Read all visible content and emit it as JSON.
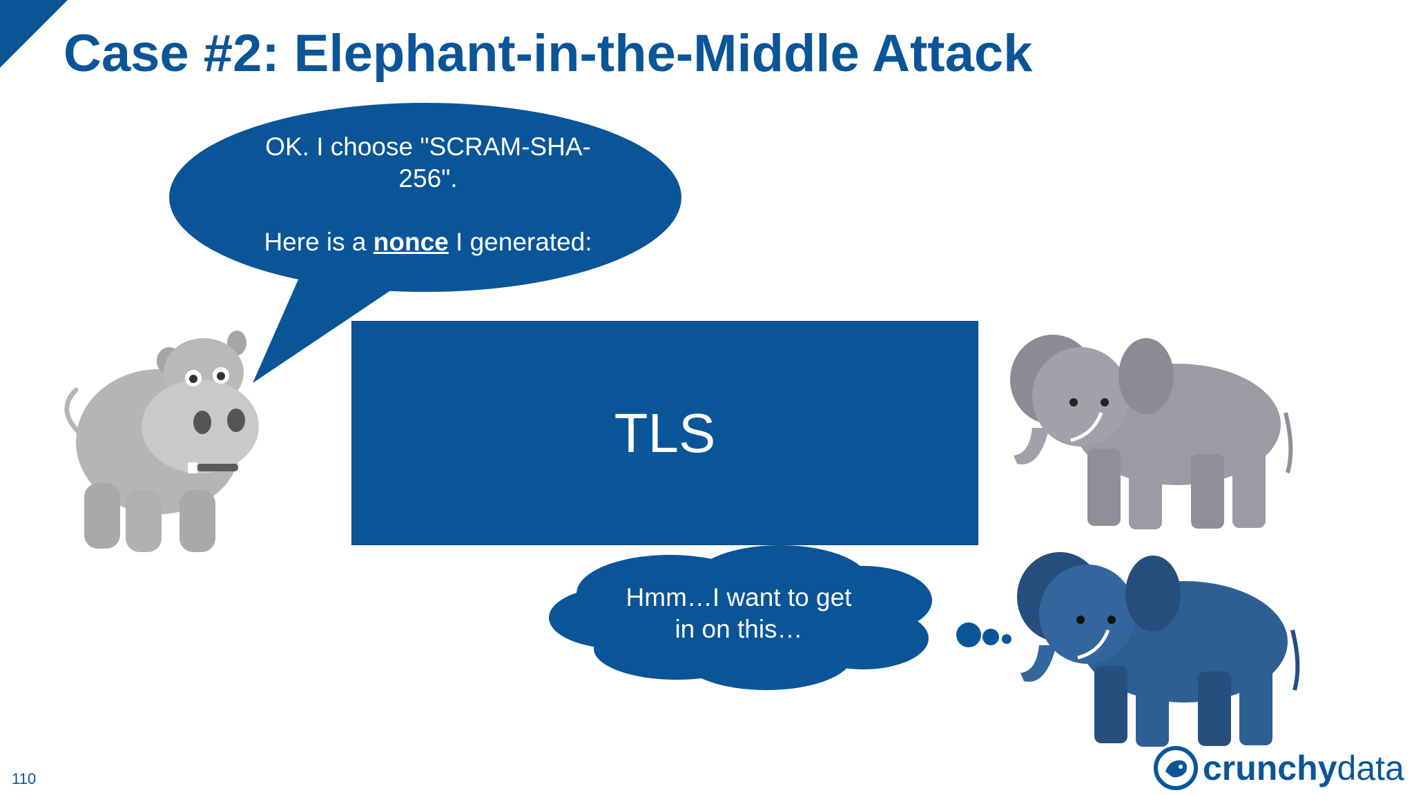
{
  "slide": {
    "title": "Case #2: Elephant-in-the-Middle Attack",
    "number": "110"
  },
  "speech_bubble": {
    "line1": "OK. I choose \"SCRAM-SHA-",
    "line2": "256\".",
    "line3_before": "Here is a ",
    "line3_emphasis": "nonce",
    "line3_after": " I generated:"
  },
  "tls_box": {
    "label": "TLS"
  },
  "thought_bubble": {
    "line1": "Hmm…I want to get",
    "line2": "in on this…"
  },
  "logo": {
    "word1": "crunchy",
    "word2": "data"
  },
  "icons": [
    "hippo-icon",
    "gray-elephant-icon",
    "blue-elephant-icon",
    "crunchy-logo-icon"
  ],
  "colors": {
    "accent": "#0a5598",
    "gray_animal": "#b5b5b5",
    "blue_elephant": "#2d5f93"
  }
}
